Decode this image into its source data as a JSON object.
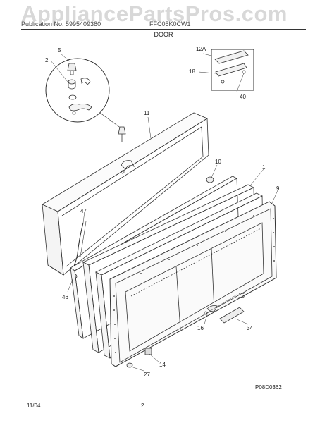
{
  "watermark": "AppliancePartsPros.com",
  "header": {
    "left": "Publication No. 5995409380",
    "right": "FFC05K0CW1"
  },
  "section_title": "DOOR",
  "callouts": {
    "c5": "5",
    "c2": "2",
    "c11": "11",
    "c12A": "12A",
    "c18": "18",
    "c40": "40",
    "c10": "10",
    "c1": "1",
    "c9": "9",
    "c47": "47",
    "c46": "46",
    "c15": "15",
    "c16": "16",
    "c34": "34",
    "c14": "14",
    "c27": "27"
  },
  "drawing_code": "P08D0362",
  "footer": {
    "date": "11/04",
    "page": "2"
  }
}
